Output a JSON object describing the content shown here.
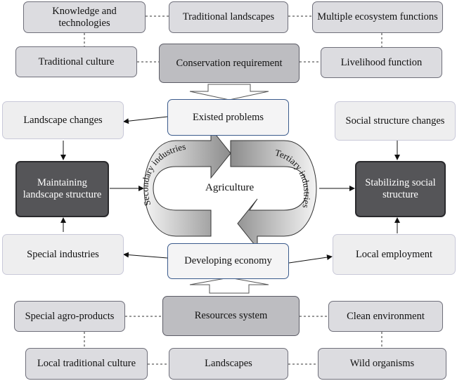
{
  "top": {
    "knowledge": "Knowledge and technologies",
    "traditional_landscapes": "Traditional landscapes",
    "ecosystem_functions": "Multiple ecosystem functions",
    "traditional_culture": "Traditional culture",
    "conservation": "Conservation requirement",
    "livelihood": "Livelihood function"
  },
  "middle": {
    "existed_problems": "Existed problems",
    "landscape_changes": "Landscape changes",
    "social_changes": "Social structure changes",
    "maintaining": "Maintaining landscape structure",
    "stabilizing": "Stabilizing social structure",
    "special_industries": "Special industries",
    "developing_economy": "Developing economy",
    "local_employment": "Local employment"
  },
  "cycle": {
    "center": "Agriculture",
    "secondary": "Secondary industries",
    "tertiary": "Tertiary industries"
  },
  "bottom": {
    "special_agro": "Special agro-products",
    "resources": "Resources system",
    "clean_env": "Clean environment",
    "local_culture": "Local traditional culture",
    "landscapes": "Landscapes",
    "wild_organisms": "Wild organisms"
  },
  "colors": {
    "dark_box": "#555558",
    "mid_box": "#bdbdc1",
    "light_box": "#dcdce0",
    "border_blue": "#3b5b8c"
  }
}
